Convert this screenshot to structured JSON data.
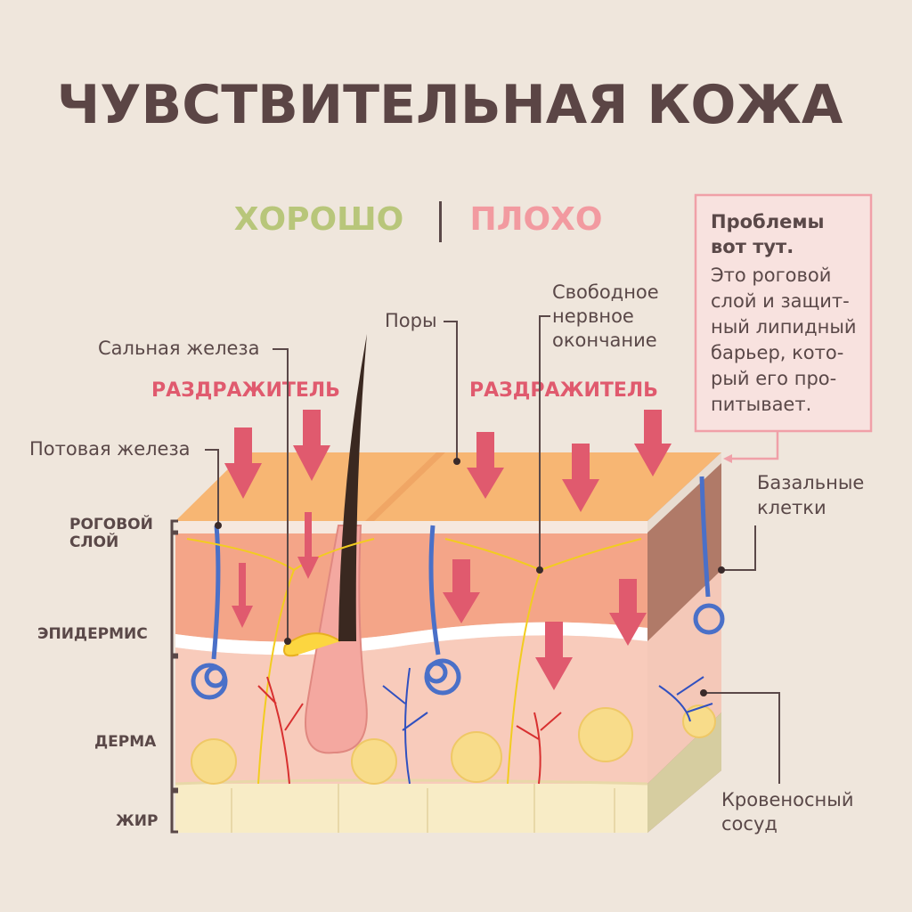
{
  "title": "ЧУВСТВИТЕЛЬНАЯ КОЖА",
  "legend": {
    "good": "ХОРОШО",
    "separator": "|",
    "bad": "ПЛОХО",
    "good_color": "#b8c67a",
    "bad_color": "#f29aa0"
  },
  "irritant_label": "РАЗДРАЖИТЕЛЬ",
  "labels": {
    "sebaceous": "Сальная железа",
    "pores": "Поры",
    "nerve": [
      "Свободное",
      "нервное",
      "окончание"
    ],
    "sweat": "Потовая железа",
    "basal": [
      "Базальные",
      "клетки"
    ],
    "vessel": [
      "Кровеносный",
      "сосуд"
    ]
  },
  "layers": {
    "corneum": [
      "РОГОВОЙ",
      "СЛОЙ"
    ],
    "epidermis": "ЭПИДЕРМИС",
    "dermis": "ДЕРМА",
    "fat": "ЖИР"
  },
  "callout": {
    "heading": [
      "Проблемы",
      "вот тут."
    ],
    "body": [
      "Это роговой",
      "слой и защит-",
      "ный липидный",
      "барьер, кото-",
      "рый его про-",
      "питывает."
    ]
  },
  "colors": {
    "arrow": "#e05a6e",
    "text": "#5a4848",
    "background": "#efe6dc"
  }
}
